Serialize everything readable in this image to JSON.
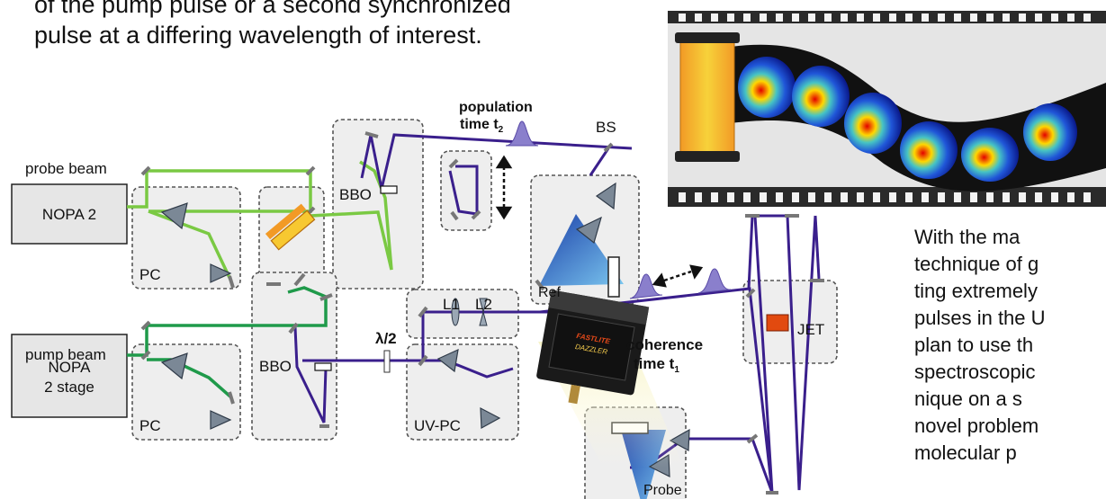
{
  "intro_text": {
    "line1": "of the pump pulse or a second synchronized",
    "line2": "pulse at a differing wavelength of interest."
  },
  "diagram_labels": {
    "probe_beam": "probe beam",
    "pump_beam": "pump beam",
    "nopa2": "NOPA 2",
    "nopa_2stage_line1": "NOPA",
    "nopa_2stage_line2": "2 stage",
    "pc_top": "PC",
    "pc_bottom": "PC",
    "bbo_top": "BBO",
    "bbo_bottom": "BBO",
    "population_line1": "population",
    "population_line2": "time t",
    "population_sub": "2",
    "bs": "BS",
    "ref": "Ref",
    "l1": "L1",
    "l2": "L2",
    "lambda_half": "λ/2",
    "uv_pc": "UV-PC",
    "coherence_line1": "coherence",
    "coherence_line2": "time t",
    "coherence_sub": "1",
    "jet": "JET",
    "probe": "Probe",
    "dazzler_brand": "FASTLITE",
    "dazzler_model": "DAZZLER"
  },
  "side_text": {
    "l1": "With   the   ma",
    "l2": "technique of g",
    "l3": "ting extremely",
    "l4": "pulses in the U",
    "l5": "plan  to  use  th",
    "l6": "spectroscopic",
    "l7": "nique   on   a   s",
    "l8": "novel    problem",
    "l9": "molecular       p"
  },
  "colors": {
    "green": "#7ac943",
    "dark_green": "#1f9a4a",
    "purple": "#3a1f8c",
    "box_fill": "#eeeeee",
    "box_border": "#555555",
    "film_yellow": "#f7d23a",
    "film_orange": "#f29a26"
  }
}
